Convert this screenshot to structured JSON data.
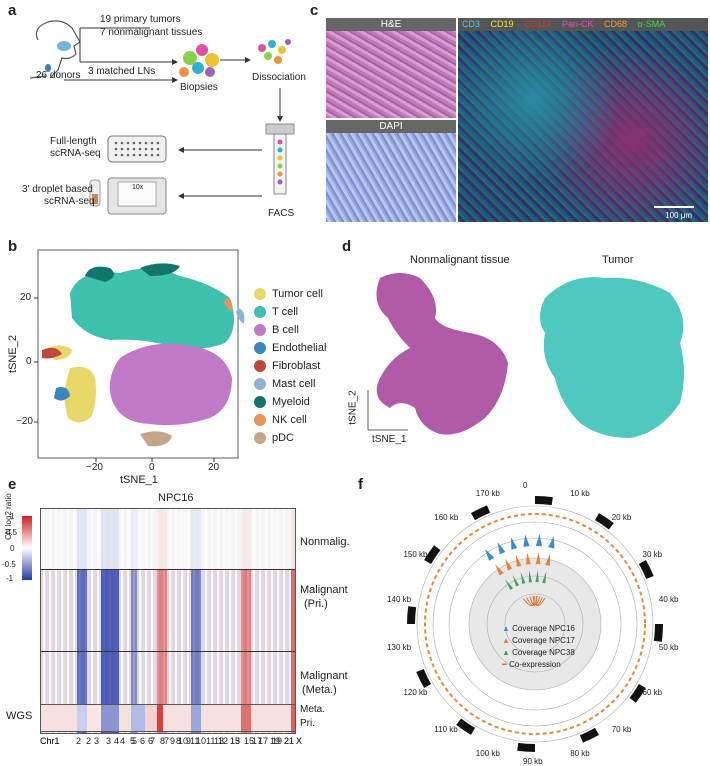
{
  "panel_a": {
    "label": "a",
    "tumors": "19 primary tumors",
    "nonmalignant": "7 nonmalignant tissues",
    "lns": "3 matched LNs",
    "donors": "26 donors",
    "biopsies": "Biopsies",
    "dissociation": "Dissociation",
    "full_length": "Full-length",
    "full_length2": "scRNA-seq",
    "droplet": "3' droplet based",
    "droplet2": "scRNA-seq",
    "facs": "FACS",
    "chip_label": "10x"
  },
  "panel_c": {
    "label": "c",
    "he": "H&E",
    "dapi": "DAPI",
    "markers": [
      {
        "name": "CD3",
        "color": "#4fd0e0"
      },
      {
        "name": "CD19",
        "color": "#f0e040"
      },
      {
        "name": "CD117",
        "color": "#e03030"
      },
      {
        "name": "Pan-CK",
        "color": "#e050c0"
      },
      {
        "name": "CD68",
        "color": "#f0a030"
      },
      {
        "name": "α-SMA",
        "color": "#40d060"
      }
    ],
    "scale": "100 μm"
  },
  "panel_b": {
    "label": "b",
    "xlabel": "tSNE_1",
    "ylabel": "tSNE_2",
    "xticks": [
      "−20",
      "0",
      "20"
    ],
    "yticks": [
      "20",
      "0",
      "−20"
    ],
    "legend": [
      {
        "name": "Tumor cell",
        "color": "#e8d86a"
      },
      {
        "name": "T cell",
        "color": "#3fbfae"
      },
      {
        "name": "B cell",
        "color": "#c17bc6"
      },
      {
        "name": "Endothelial",
        "color": "#3a87c0"
      },
      {
        "name": "Fibroblast",
        "color": "#c0473c"
      },
      {
        "name": "Mast cell",
        "color": "#8fb2d8"
      },
      {
        "name": "Myeloid",
        "color": "#11776e"
      },
      {
        "name": "NK cell",
        "color": "#e8945a"
      },
      {
        "name": "pDC",
        "color": "#c4a58a"
      }
    ]
  },
  "panel_d": {
    "label": "d",
    "title_left": "Nonmalignant tissue",
    "title_right": "Tumor",
    "xlabel": "tSNE_1",
    "ylabel": "tSNE_2",
    "color_left": "#b05aa8",
    "color_right": "#4fc8c0"
  },
  "panel_e": {
    "label": "e",
    "title": "NPC16",
    "cbar_label": "CN log2 ratio",
    "cbar_ticks": [
      "1",
      "0.5",
      "0",
      "-0.5",
      "-1"
    ],
    "rows": [
      "Nonmalig.",
      "Malignant",
      "(Pri.)",
      "Malignant",
      "(Meta.)"
    ],
    "chr_ticks": [
      "Chr1",
      "2",
      "3",
      "4",
      "5",
      "6",
      "7",
      "8",
      "9",
      "10",
      "11",
      "13",
      "15",
      "17",
      "19",
      "21",
      "X"
    ],
    "wgs": "WGS",
    "wgs_rows": [
      "Meta.",
      "Pri."
    ],
    "wgs_ticks": [
      "Chr1",
      "2",
      "3",
      "4",
      "5",
      "6",
      "7",
      "8",
      "9",
      "10",
      "11",
      "12",
      "13",
      "15",
      "17",
      "19",
      "21",
      "X"
    ]
  },
  "panel_f": {
    "label": "f",
    "legend": [
      {
        "name": "Coverage NPC16",
        "color": "#3a8fc8"
      },
      {
        "name": "Coverage NPC17",
        "color": "#e8803a"
      },
      {
        "name": "Coverage NPC38",
        "color": "#4aa060"
      },
      {
        "name": "Co-expression",
        "color": "#e07030"
      }
    ],
    "kb_ticks": [
      "0",
      "10 kb",
      "20 kb",
      "30 kb",
      "40 kb",
      "50 kb",
      "60 kb",
      "70 kb",
      "80 kb",
      "90 kb",
      "100 kb",
      "110 kb",
      "120 kb",
      "130 kb",
      "140 kb",
      "150 kb",
      "160 kb",
      "170 kb"
    ]
  }
}
